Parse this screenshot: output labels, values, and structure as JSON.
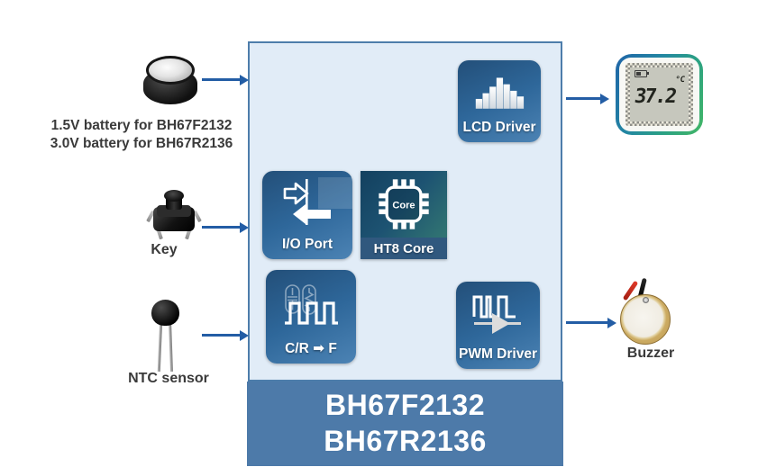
{
  "chip": {
    "title_line1": "BH67F2132",
    "title_line2": "BH67R2136"
  },
  "blocks": {
    "lcd": {
      "label": "LCD Driver",
      "icon": "bar-steps-icon"
    },
    "io": {
      "label": "I/O Port",
      "icon": "bidirectional-arrows-icon"
    },
    "core": {
      "label": "HT8 Core",
      "chip_text": "Core",
      "icon": "mcu-chip-icon"
    },
    "crf": {
      "label": "C/R ➡ F",
      "icon": "rc-to-frequency-wave-icon"
    },
    "pwm": {
      "label": "PWM Driver",
      "icon": "pwm-wave-amplifier-icon"
    }
  },
  "inputs": {
    "battery": {
      "caption_line1": "1.5V battery for BH67F2132",
      "caption_line2": "3.0V battery for BH67R2136"
    },
    "key": {
      "caption": "Key"
    },
    "ntc": {
      "caption": "NTC sensor"
    }
  },
  "outputs": {
    "display": {
      "value": "37.2",
      "unit": "°C"
    },
    "buzzer": {
      "caption": "Buzzer"
    }
  },
  "colors": {
    "panel_fill": "#e1ecf7",
    "panel_border": "#4d7dab",
    "band_fill": "#4d7aa9",
    "arrow": "#235da5",
    "tile_dark": "#234f79",
    "tile_mid": "#2e679a",
    "tile_light": "#4c83b4",
    "core_dark": "#13405f",
    "core_teal": "#2e6f72",
    "core_strip": "#30587e",
    "caption_text": "#3a3a3a"
  }
}
